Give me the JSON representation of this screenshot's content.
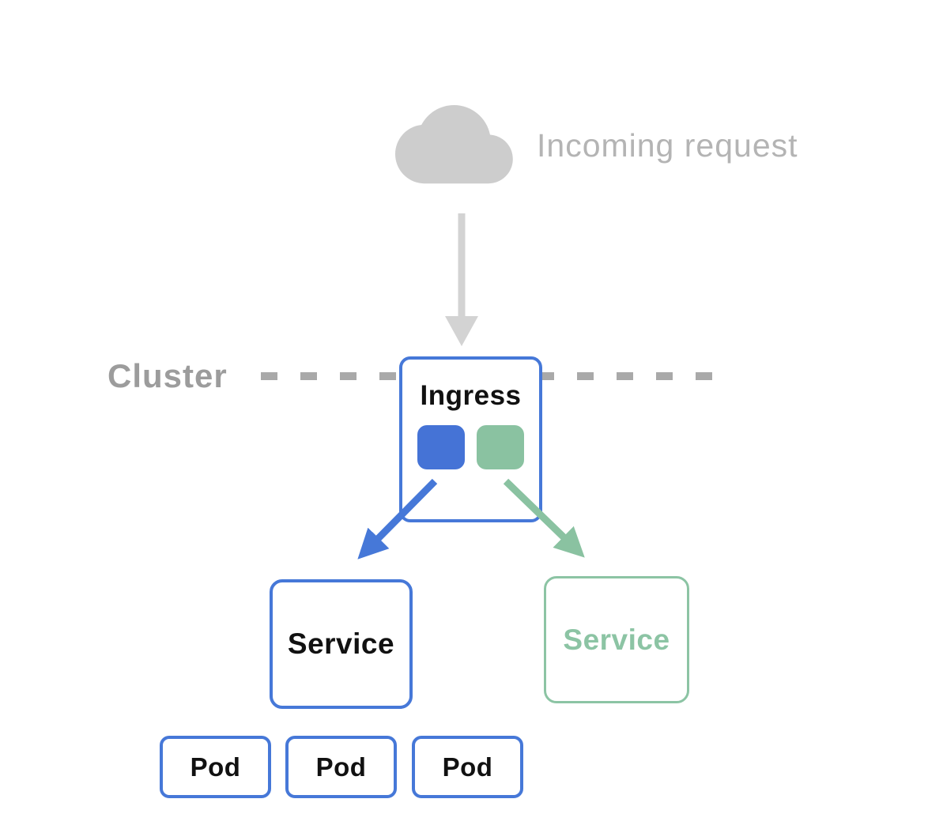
{
  "diagram": {
    "incoming": {
      "label": "Incoming request",
      "icon": "cloud-icon"
    },
    "cluster_boundary": {
      "label": "Cluster",
      "style": "dashed"
    },
    "nodes": {
      "ingress": {
        "label": "Ingress",
        "endpoints": [
          {
            "name": "blue-endpoint",
            "color": "#4573d6"
          },
          {
            "name": "green-endpoint",
            "color": "#8ac2a1"
          }
        ]
      },
      "service_blue": {
        "label": "Service",
        "color": "#4678d8"
      },
      "service_green": {
        "label": "Service",
        "color": "#8cc4a4"
      },
      "pods": [
        {
          "label": "Pod"
        },
        {
          "label": "Pod"
        },
        {
          "label": "Pod"
        }
      ]
    },
    "edges": [
      {
        "from": "incoming-request",
        "to": "ingress",
        "icon": "arrow-down-icon",
        "color": "#d3d3d3"
      },
      {
        "from": "ingress",
        "to": "service_blue",
        "icon": "arrow-down-left-icon",
        "color": "#4678d8"
      },
      {
        "from": "ingress",
        "to": "service_green",
        "icon": "arrow-down-right-icon",
        "color": "#8ac2a1"
      }
    ],
    "colors": {
      "background": "#ffffff",
      "blue": "#4678d8",
      "green": "#8ac2a1",
      "cloud": "#cdcdcd",
      "flow_arrow_gray": "#d3d3d3",
      "incoming_text": "#b4b4b4",
      "cluster_text": "#9c9c9c",
      "dash_line": "#a9a9a9",
      "node_text": "#111111"
    }
  }
}
